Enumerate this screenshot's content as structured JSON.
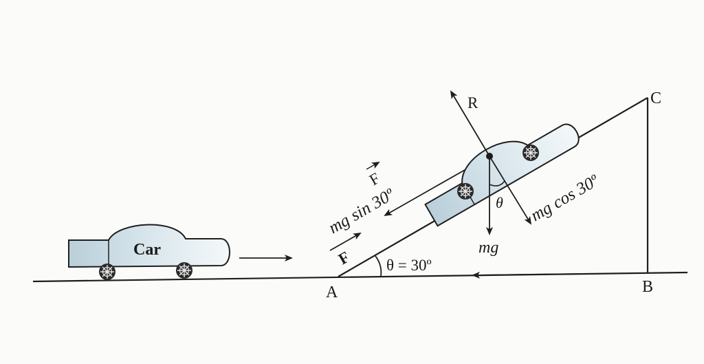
{
  "labels": {
    "car": "Car",
    "point_a": "A",
    "point_b": "B",
    "point_c": "C",
    "reaction": "R",
    "force_vector_upper": "F",
    "force_lower": "F",
    "mg_sin": "mg sin 30º",
    "mg_cos": "mg cos 30º",
    "mg": "mg",
    "theta": "θ",
    "angle": "θ = 30º"
  },
  "colors": {
    "line": "#1e1e1e",
    "car_fill": "#c9dbe4",
    "car_fill_light": "#eef4f6",
    "background": "#fbfbf9"
  }
}
